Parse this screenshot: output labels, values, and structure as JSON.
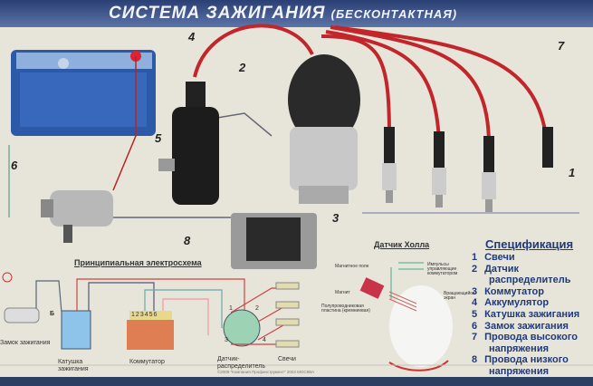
{
  "title": {
    "main": "СИСТЕМА ЗАЖИГАНИЯ",
    "sub": "(БЕСКОНТАКТНАЯ)"
  },
  "callouts": [
    "1",
    "2",
    "3",
    "4",
    "5",
    "6",
    "7",
    "8"
  ],
  "schematic": {
    "title": "Принципиальная электросхема",
    "lock_label": "Замок зажигания",
    "coil_label": "Катушка зажигания",
    "coil_terminal": "Б",
    "commutator_label": "Коммутатор",
    "commutator_pins": [
      "1",
      "2",
      "3",
      "4",
      "5",
      "6"
    ],
    "distributor_label": "Датчик-распределитель",
    "distributor_pins": [
      "1",
      "2",
      "3",
      "4"
    ],
    "plugs_label": "Свечи"
  },
  "hall": {
    "title": "Датчик Холла",
    "magnetic_field": "Магнитное поле",
    "pulses": "Импульсы управляющие коммутатором",
    "magnet": "Магнит",
    "plate": "Полупроводниковая пластина (кремниевая)",
    "screen": "Вращающийся экран"
  },
  "spec": {
    "title": "Спецификация",
    "items": [
      {
        "n": "1",
        "label": "Свечи"
      },
      {
        "n": "2",
        "label": "Датчик",
        "cont": "распределитель"
      },
      {
        "n": "3",
        "label": "Коммутатор"
      },
      {
        "n": "4",
        "label": "Аккумулятор"
      },
      {
        "n": "5",
        "label": "Катушка зажигания"
      },
      {
        "n": "6",
        "label": "Замок зажигания"
      },
      {
        "n": "7",
        "label": "Провода высокого",
        "cont": "напряжения"
      },
      {
        "n": "8",
        "label": "Провода низкого",
        "cont": "напряжения"
      }
    ]
  },
  "copyright": "©2009 \"Компания Профинструмент\" 2003 МОСКВА"
}
